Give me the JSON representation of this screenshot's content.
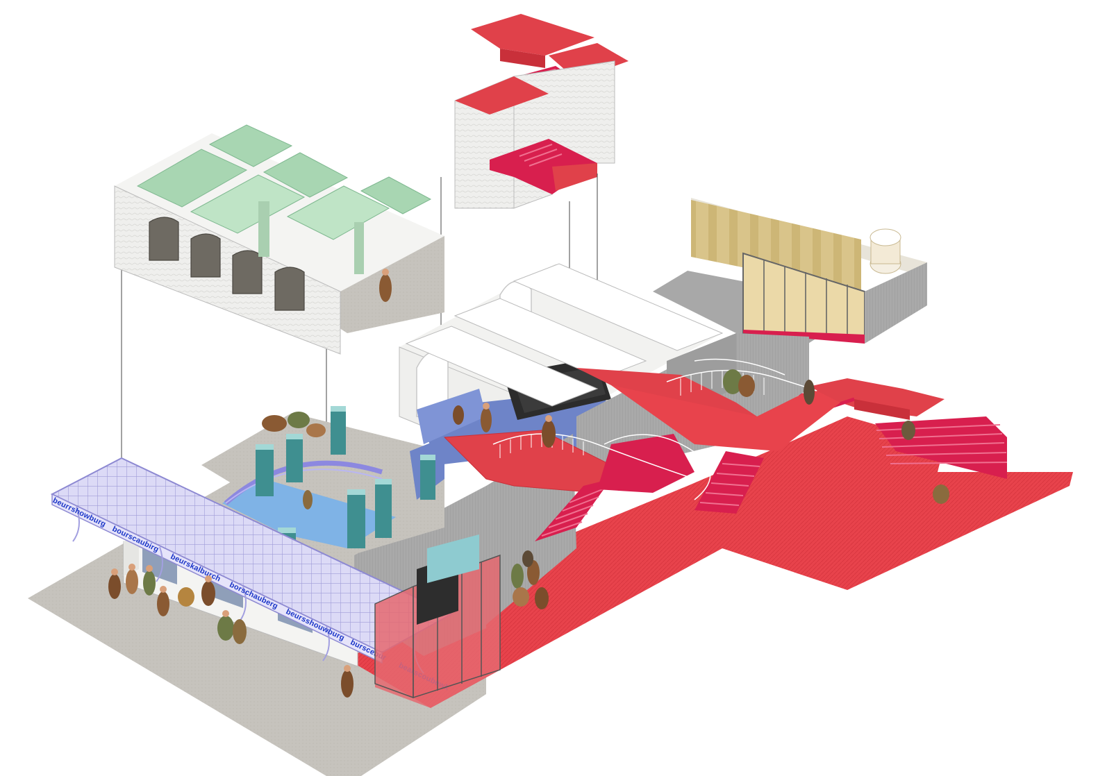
{
  "canopy": {
    "signs": [
      "beurrshowburg",
      "bourscaubirg",
      "beurskalburch",
      "borschauberg",
      "beursshouwburg",
      "burscebur",
      "bearscoubewk"
    ]
  },
  "palette": {
    "floor_red": "#e8434c",
    "floor_red_dark": "#c9303a",
    "stair_magenta": "#d81f4e",
    "ground_grey": "#c6c3bd",
    "wall_white": "#f2f2f0",
    "wall_grey": "#a8a8a8",
    "skylight_green": "#a8d6b2",
    "pool_blue": "#7fb3e6",
    "floor_blue": "#6e84c8",
    "canopy_lilac": "#cfcdf0",
    "column_teal": "#3f8f90",
    "gold_wall": "#d9c48a",
    "sign_blue": "#1a35c8",
    "figure_brown": "#8a5a33"
  }
}
